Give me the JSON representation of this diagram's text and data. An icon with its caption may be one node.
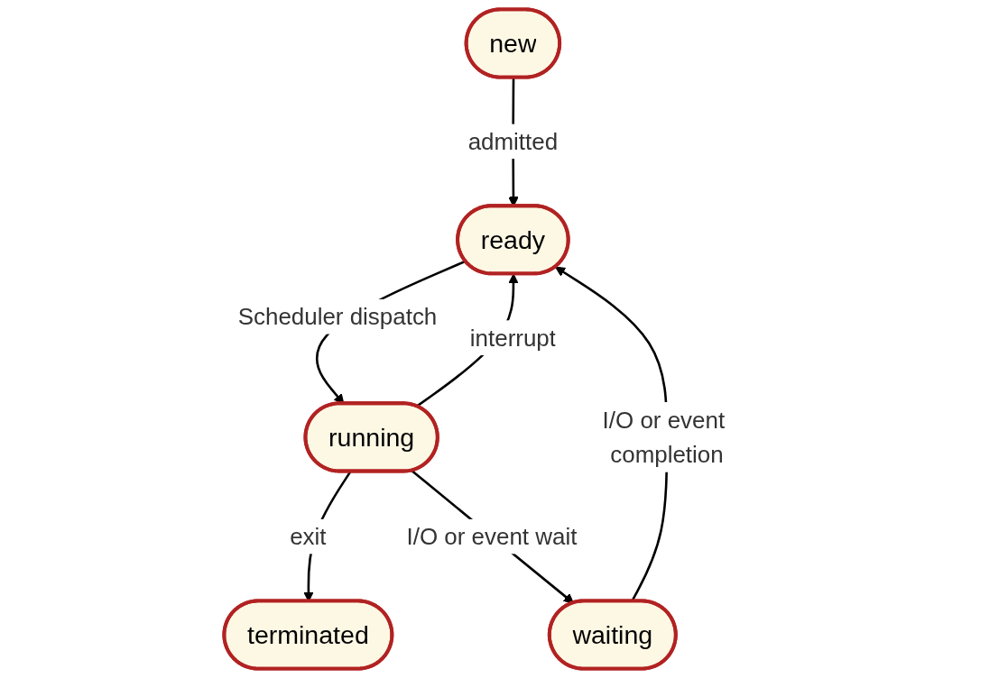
{
  "diagram": {
    "nodes": [
      {
        "text": [
          "new"
        ]
      },
      {
        "text": [
          "terminated"
        ]
      },
      {
        "text": [
          "ready"
        ]
      },
      {
        "text": [
          "running"
        ]
      },
      {
        "text": [
          "waiting"
        ]
      }
    ],
    "edges": [
      {
        "from": 0,
        "to": 2,
        "arrow": "to",
        "label": "admitted"
      },
      {
        "from": 2,
        "to": 3,
        "arrow": "to",
        "label": "Scheduler dispatch"
      },
      {
        "from": 3,
        "to": 2,
        "arrow": "to",
        "label": "interrupt"
      },
      {
        "from": 3,
        "to": 1,
        "arrow": "to",
        "label": "exit"
      },
      {
        "from": 3,
        "to": 4,
        "arrow": "to",
        "label": "I/O or event wait"
      },
      {
        "from": 4,
        "to": 2,
        "arrow": "to",
        "label": "I/O or event completion"
      }
    ]
  }
}
